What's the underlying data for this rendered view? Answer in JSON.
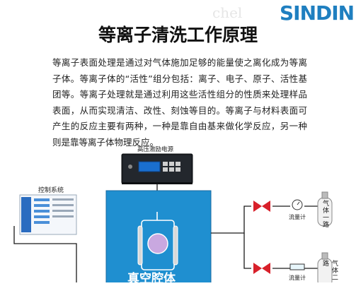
{
  "header": {
    "watermark": "chel",
    "logo": "SINDIN",
    "title": "等离子清洗工作原理"
  },
  "description": "等离子表面处理是通过对气体施加足够的能量使之离化成为等离子体。等离子体的“活性”组分包括：离子、电子、原子、活性基团等。等离子处理就是通过利用这些活性组分的性质来处理样品表面，从而实现清洁、改性、刻蚀等目的。等离子与材料表面可产生的反应主要有两种，一种是靠自由基来做化学反应，另一种则是靠等离子体物理反应。",
  "diagram": {
    "power_supply_label": "高压激励电源",
    "control_system_label": "控制系统",
    "chamber_label": "真空腔体",
    "flowmeter_top": "流量计",
    "flowmeter_bottom": "流量计",
    "gas_line_1": "气体一路",
    "gas_line_2": "气体二路",
    "colors": {
      "chamber": "#1f8fd0",
      "valve": "#d8202a",
      "line": "#1a1a1a",
      "logo": "#1f7fc0"
    }
  }
}
